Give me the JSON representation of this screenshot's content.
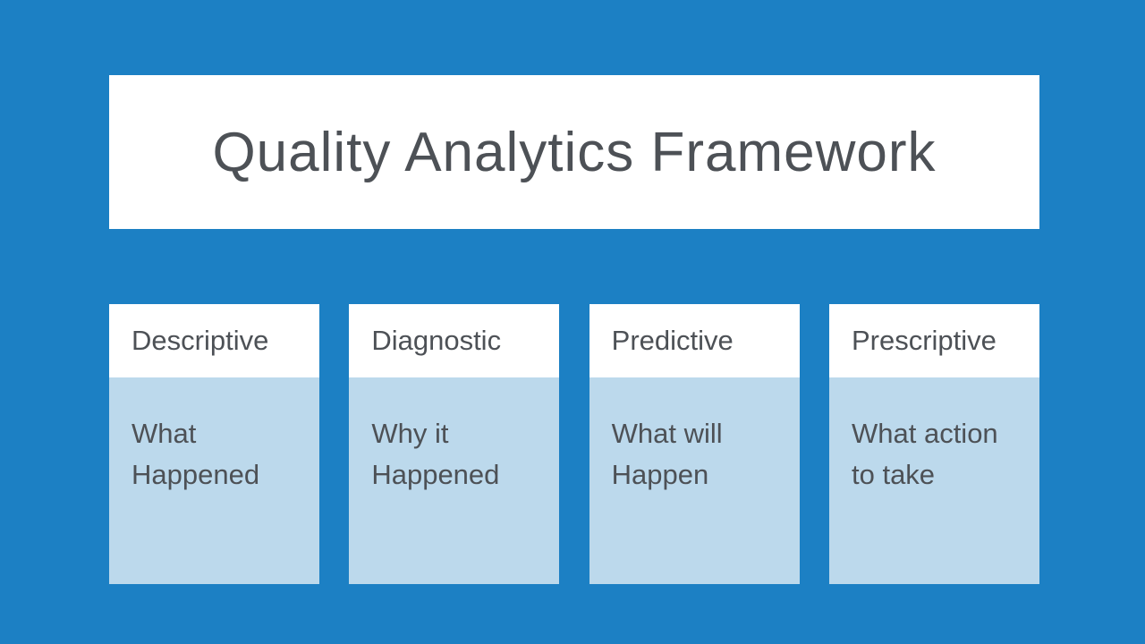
{
  "slide": {
    "title": "Quality Analytics Framework",
    "colors": {
      "background": "#1c80c4",
      "card_header_bg": "#ffffff",
      "card_body_bg": "#bcd9ec",
      "text": "#4d5156"
    },
    "columns": [
      {
        "label": "Descriptive",
        "description": "What Happened"
      },
      {
        "label": "Diagnostic",
        "description": "Why it Happened"
      },
      {
        "label": "Predictive",
        "description": "What will Happen"
      },
      {
        "label": "Prescriptive",
        "description": "What action to take"
      }
    ]
  }
}
